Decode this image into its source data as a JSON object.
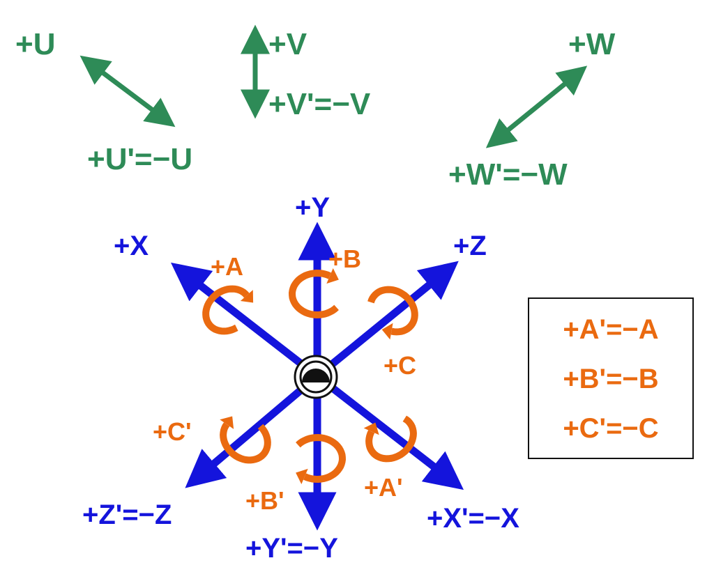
{
  "colors": {
    "green": "#2e8b57",
    "blue": "#1414dc",
    "orange": "#ea6a10",
    "black": "#111111"
  },
  "linear_axes": {
    "u_pos": "+U",
    "u_neg": "+U'=−U",
    "v_pos": "+V",
    "v_neg": "+V'=−V",
    "w_pos": "+W",
    "w_neg": "+W'=−W"
  },
  "rotary_axes": {
    "x_pos": "+X",
    "x_neg": "+X'=−X",
    "y_pos": "+Y",
    "y_neg": "+Y'=−Y",
    "z_pos": "+Z",
    "z_neg": "+Z'=−Z",
    "a_pos": "+A",
    "a_neg": "+A'",
    "b_pos": "+B",
    "b_neg": "+B'",
    "c_pos": "+C",
    "c_neg": "+C'"
  },
  "legend": {
    "a_line": "+A'=−A",
    "b_line": "+B'=−B",
    "c_line": "+C'=−C"
  }
}
